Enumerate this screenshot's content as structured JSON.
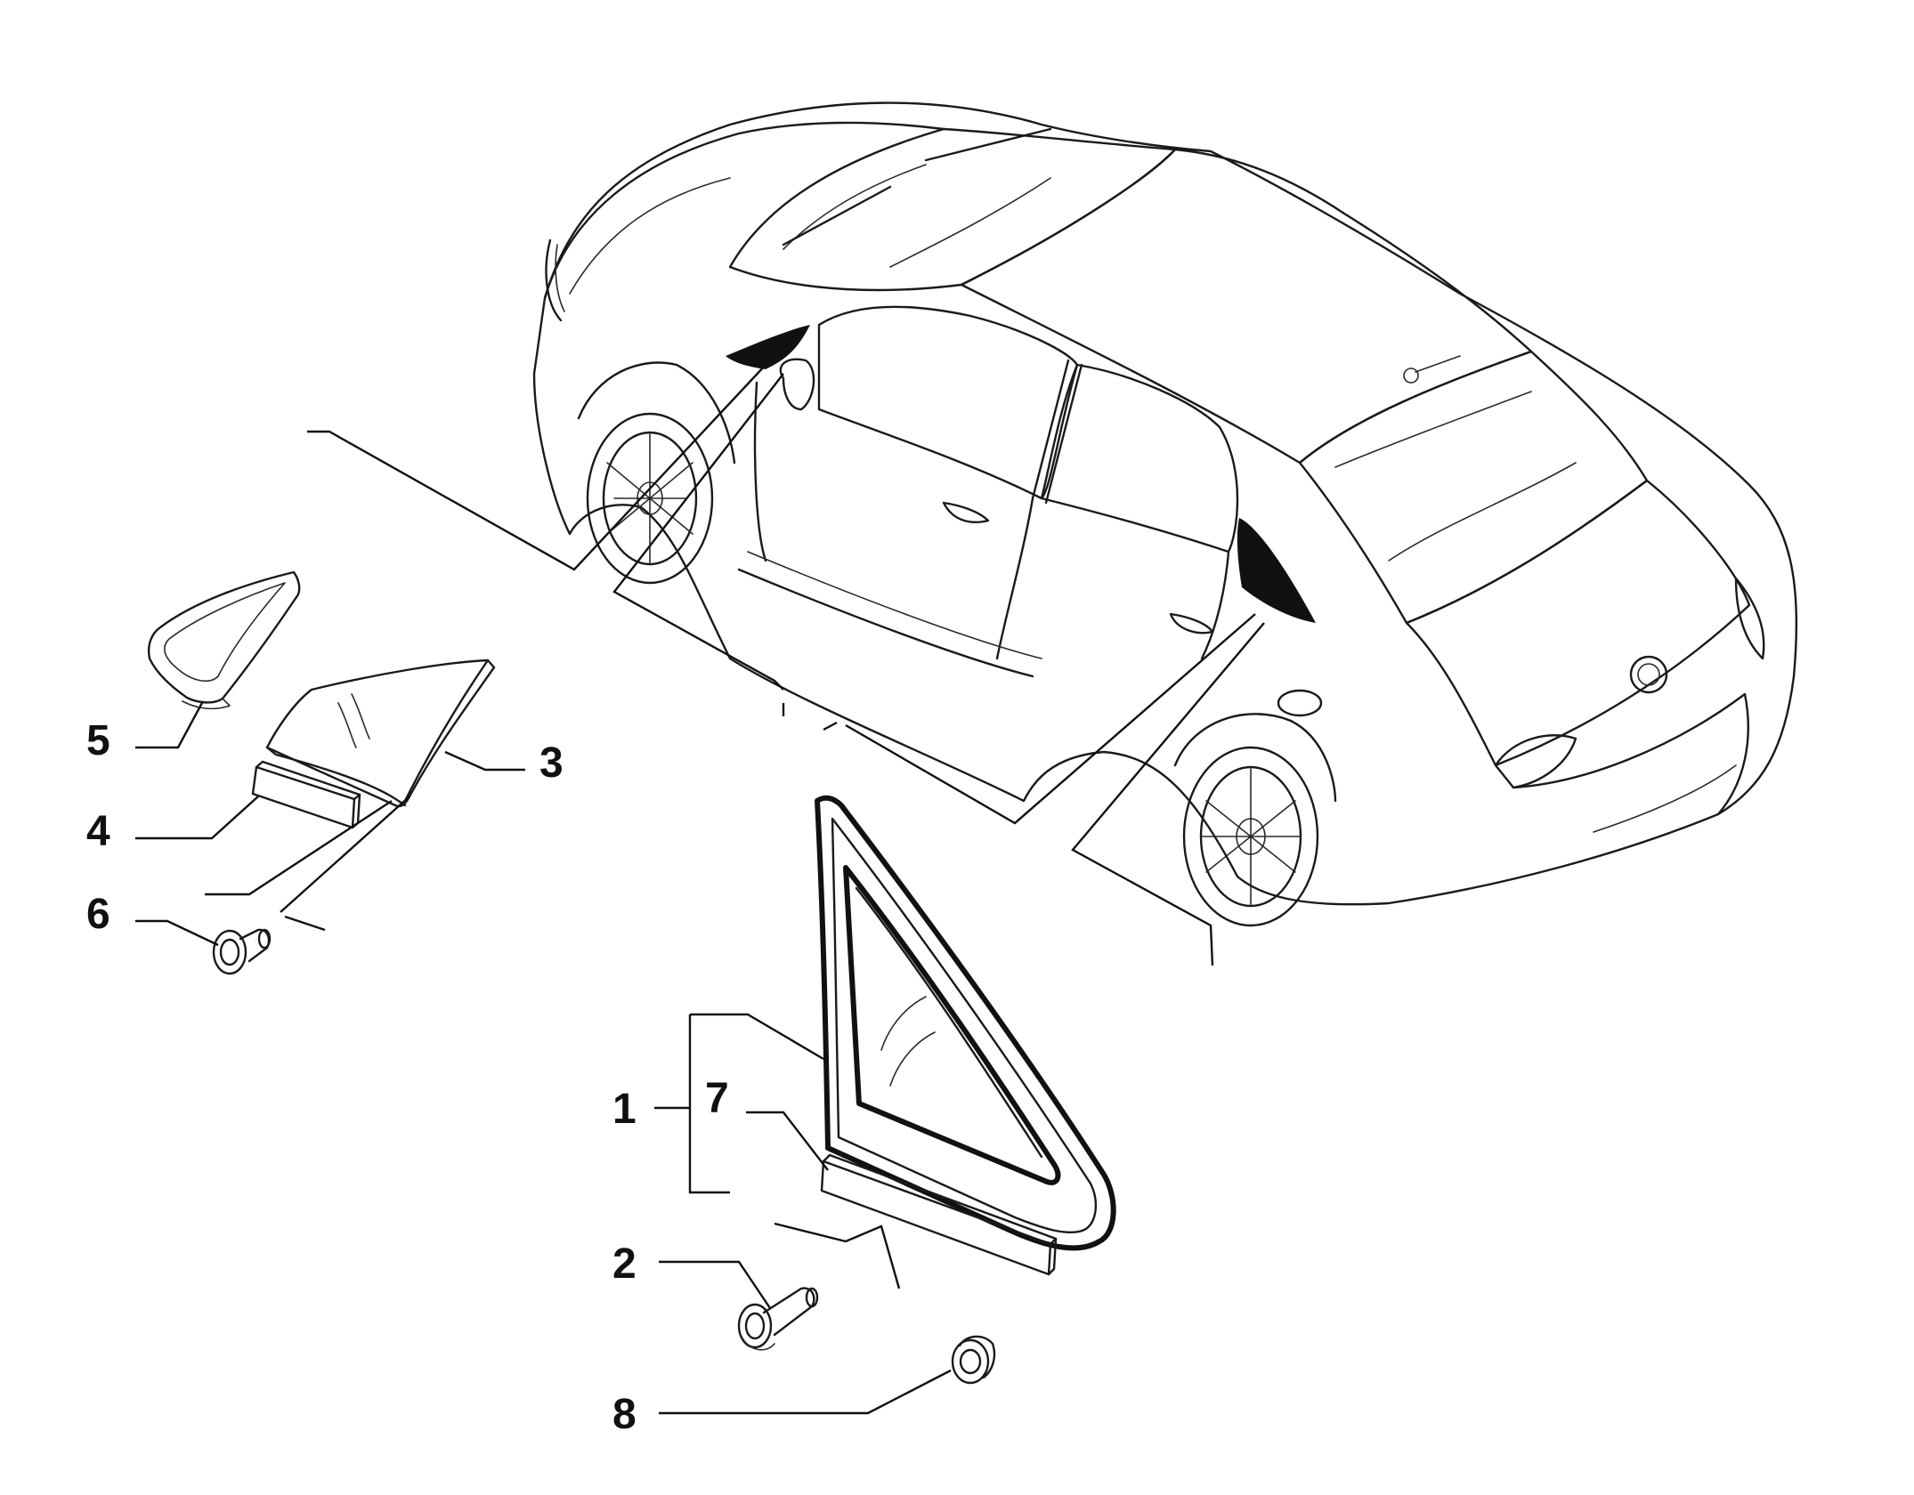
{
  "callouts": [
    {
      "id": "1",
      "label": "1"
    },
    {
      "id": "2",
      "label": "2"
    },
    {
      "id": "3",
      "label": "3"
    },
    {
      "id": "4",
      "label": "4"
    },
    {
      "id": "5",
      "label": "5"
    },
    {
      "id": "6",
      "label": "6"
    },
    {
      "id": "7",
      "label": "7"
    },
    {
      "id": "8",
      "label": "8"
    }
  ],
  "colors": {
    "ink": "#111111",
    "background": "#ffffff",
    "window_fill": "#111111"
  }
}
